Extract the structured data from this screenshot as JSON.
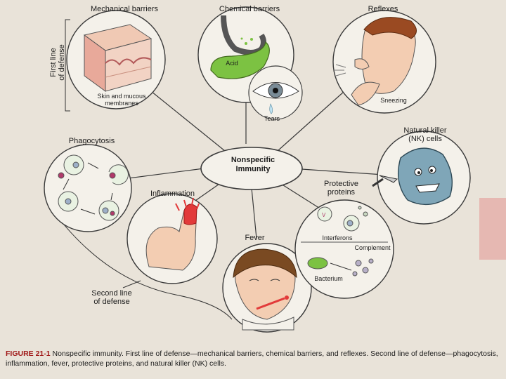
{
  "center": {
    "line1": "Nonspecific",
    "line2": "Immunity"
  },
  "first_line": {
    "line1": "First line",
    "line2": "of defense"
  },
  "second_line": {
    "line1": "Second line",
    "line2": "of defense"
  },
  "nodes": {
    "mechanical": {
      "title": "Mechanical barriers",
      "sub1": "Skin and mucous",
      "sub2": "membranes"
    },
    "chemical": {
      "title": "Chemical barriers",
      "acid": "Acid",
      "tears": "Tears"
    },
    "reflexes": {
      "title": "Reflexes",
      "sneezing": "Sneezing"
    },
    "nk": {
      "line1": "Natural killer",
      "line2": "(NK) cells"
    },
    "phagocytosis": {
      "title": "Phagocytosis"
    },
    "inflammation": {
      "title": "Inflammation"
    },
    "fever": {
      "title": "Fever"
    },
    "protective": {
      "line1": "Protective",
      "line2": "proteins",
      "interferons": "Interferons",
      "complement": "Complement",
      "bacterium": "Bacterium"
    }
  },
  "caption": {
    "label": "FIGURE 21-1",
    "text": "Nonspecific immunity. First line of defense—mechanical barriers, chemical barriers, and reflexes. Second line of defense—phagocytosis, inflammation, fever, protective proteins, and natural killer (NK) cells."
  },
  "colors": {
    "background": "#e9e3d9",
    "circle_fill": "#f4f1ea",
    "stroke": "#3a3a3a",
    "acid_green": "#7cc242",
    "fever_red": "#e23a3a",
    "nk_blue": "#7fa6b8"
  }
}
